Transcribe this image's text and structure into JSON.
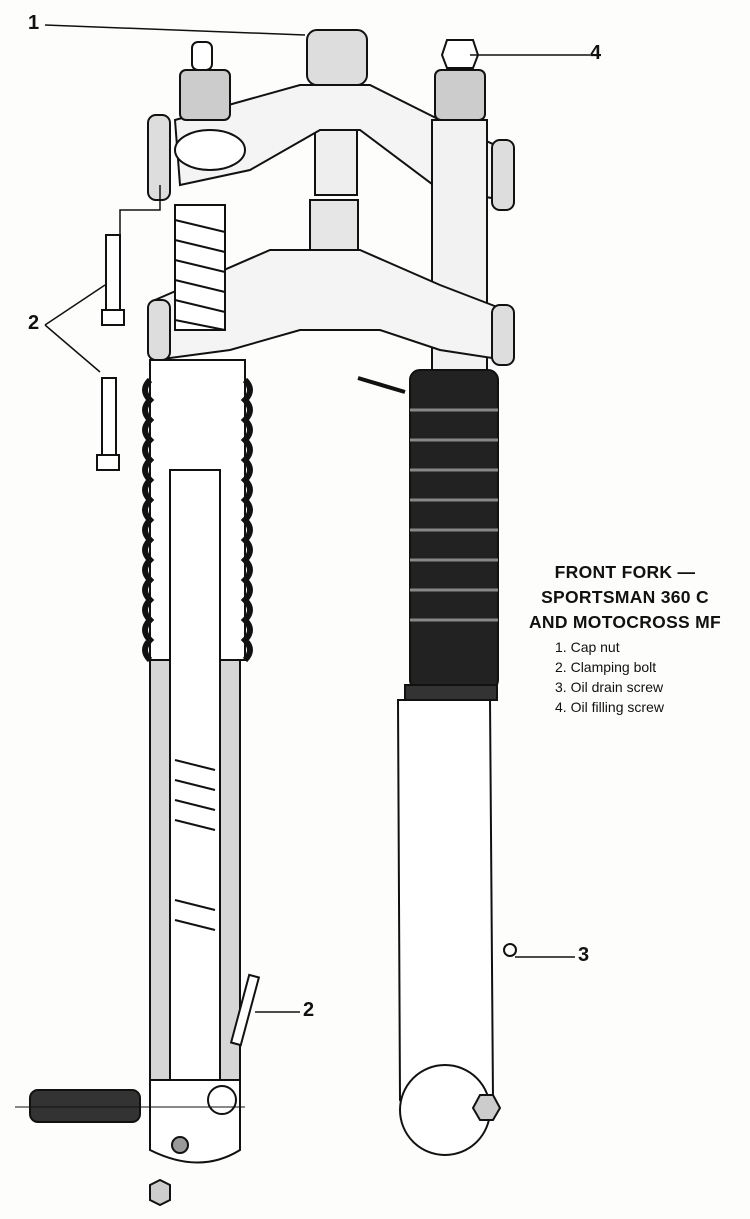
{
  "figure": {
    "title_lines": [
      "FRONT FORK —",
      "SPORTSMAN 360 C",
      "AND MOTOCROSS MF"
    ],
    "legend": [
      {
        "number": "1.",
        "label": "Cap nut"
      },
      {
        "number": "2.",
        "label": "Clamping bolt"
      },
      {
        "number": "3.",
        "label": "Oil drain screw"
      },
      {
        "number": "4.",
        "label": "Oil filling screw"
      }
    ],
    "callouts": {
      "cap_nut": "1",
      "clamping_bolt_upper": "2",
      "oil_drain_screw": "3",
      "oil_filling_screw": "4",
      "clamping_bolt_lower": "2"
    }
  },
  "colors": {
    "ink": "#111111",
    "paper": "#fdfdfb",
    "shade": "#cfcfcf"
  }
}
